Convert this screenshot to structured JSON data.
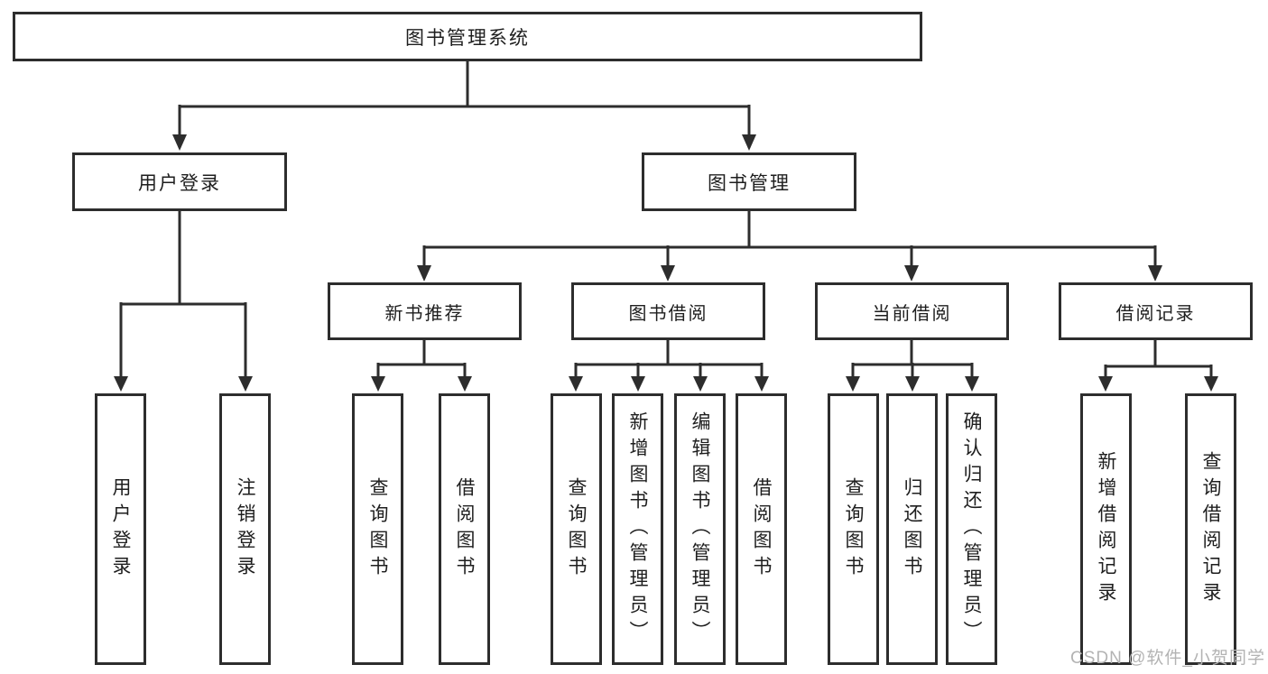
{
  "diagram": {
    "root": "图书管理系统",
    "branches": [
      {
        "label": "用户登录",
        "children": [
          "用户登录",
          "注销登录"
        ]
      },
      {
        "label": "图书管理",
        "sections": [
          {
            "label": "新书推荐",
            "children": [
              "查询图书",
              "借阅图书"
            ]
          },
          {
            "label": "图书借阅",
            "children": [
              "查询图书",
              "新增图书（管理员）",
              "编辑图书（管理员）",
              "借阅图书"
            ]
          },
          {
            "label": "当前借阅",
            "children": [
              "查询图书",
              "归还图书",
              "确认归还（管理员）"
            ]
          },
          {
            "label": "借阅记录",
            "children": [
              "新增借阅记录",
              "查询借阅记录"
            ]
          }
        ]
      }
    ]
  },
  "watermark": "CSDN @软件_小贺同学",
  "colors": {
    "line": "#2d2d2d",
    "box_border": "#2d2d2d",
    "text": "#1e1e1e",
    "watermark": "#b3b3b3",
    "background": "#ffffff"
  }
}
